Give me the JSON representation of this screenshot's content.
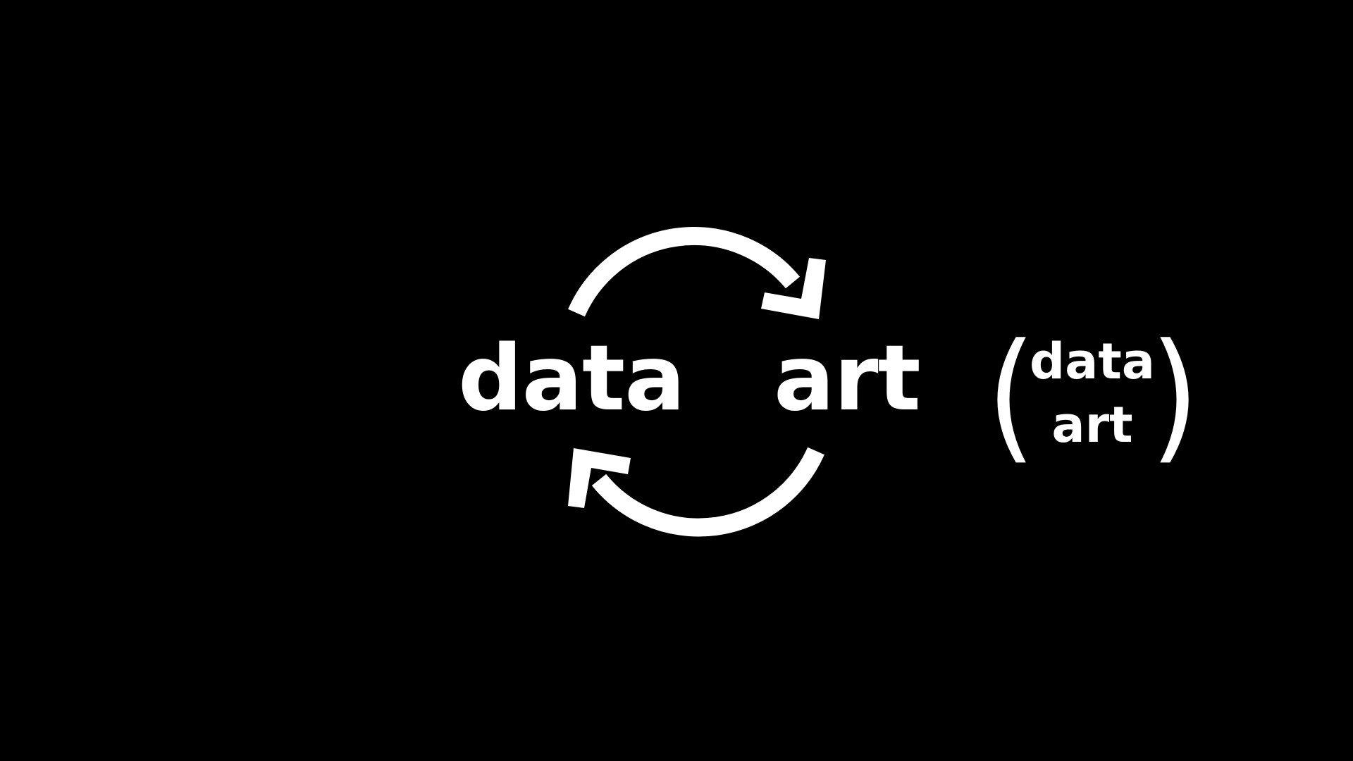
{
  "diagram": {
    "left_term": "data",
    "right_term": "art",
    "colors": {
      "background": "#000000",
      "foreground": "#ffffff"
    },
    "cycle": {
      "arrows": [
        {
          "from": "data",
          "to": "art",
          "icon": "clockwise-arrow-top"
        },
        {
          "from": "art",
          "to": "data",
          "icon": "clockwise-arrow-bottom"
        }
      ]
    },
    "notation": {
      "open_paren": "(",
      "top": "data",
      "bottom": "art",
      "close_paren": ")"
    }
  }
}
